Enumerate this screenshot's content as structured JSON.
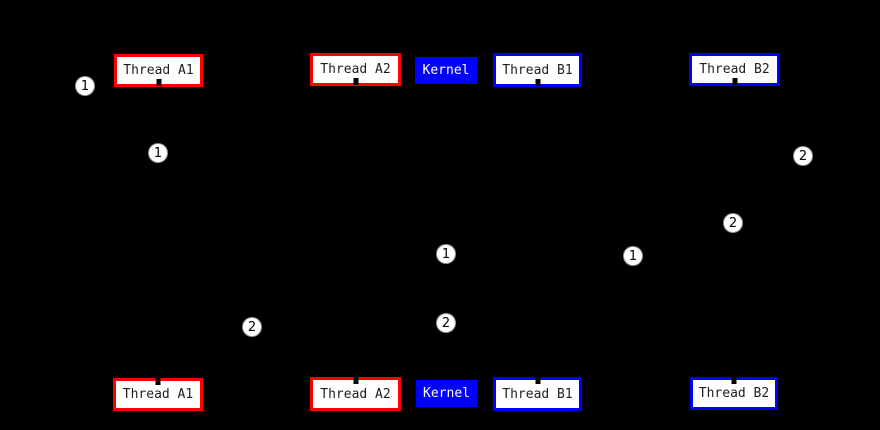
{
  "diagram": {
    "background_color": "#000000",
    "thread_a_color": "#ff0000",
    "thread_b_color": "#0000ff",
    "kernel_fill_color": "#0000ff",
    "rows": {
      "top": [
        {
          "label": "Thread A1"
        },
        {
          "label": "Thread A2"
        },
        {
          "label": "Kernel"
        },
        {
          "label": "Thread B1"
        },
        {
          "label": "Thread B2"
        }
      ],
      "bottom": [
        {
          "label": "Thread A1"
        },
        {
          "label": "Thread A2"
        },
        {
          "label": "Kernel"
        },
        {
          "label": "Thread B1"
        },
        {
          "label": "Thread B2"
        }
      ]
    },
    "markers": [
      {
        "step": "1"
      },
      {
        "step": "1"
      },
      {
        "step": "2"
      },
      {
        "step": "2"
      },
      {
        "step": "1"
      },
      {
        "step": "1"
      },
      {
        "step": "2"
      },
      {
        "step": "2"
      }
    ]
  }
}
